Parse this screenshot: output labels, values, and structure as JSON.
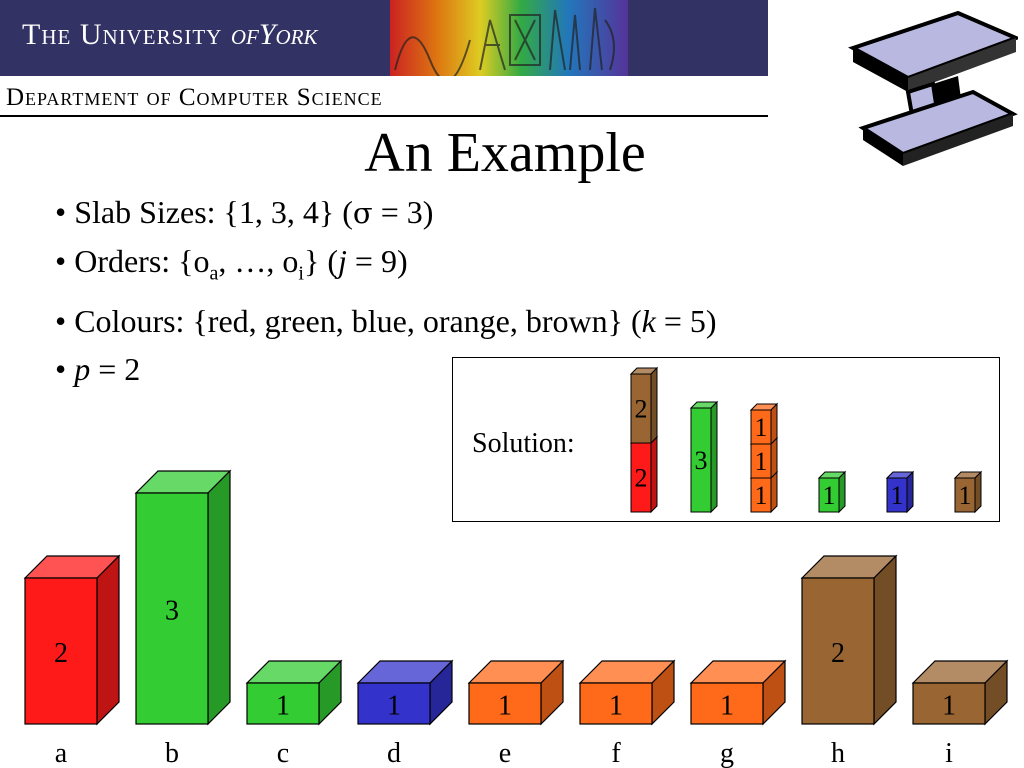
{
  "header": {
    "university": "The University",
    "university_of": "of",
    "university_york": "York",
    "department": "Department of Computer Science"
  },
  "title": "An Example",
  "bullets": {
    "slab_label": "Slab Sizes: {1, 3, 4} (",
    "slab_sigma": "σ",
    "slab_tail": " = 3)",
    "orders_label": "Orders: {o",
    "orders_sub_a": "a",
    "orders_mid": ", …, o",
    "orders_sub_i": "i",
    "orders_tail_open": "} (",
    "orders_j": "j",
    "orders_tail": " = 9)",
    "colours_label": "Colours: {red, green, blue, orange, brown} (",
    "colours_k": "k",
    "colours_tail": " = 5)",
    "p_var": "p",
    "p_tail": " = 2"
  },
  "solution": {
    "label": "Solution:"
  },
  "colors": {
    "red": "#ff1a1a",
    "green": "#33cc33",
    "blue": "#3333cc",
    "orange": "#ff6a1a",
    "brown": "#996633"
  },
  "orders": [
    {
      "name": "a",
      "color": "red",
      "slabs": 2
    },
    {
      "name": "b",
      "color": "green",
      "slabs": 3
    },
    {
      "name": "c",
      "color": "green",
      "slabs": 1
    },
    {
      "name": "d",
      "color": "blue",
      "slabs": 1
    },
    {
      "name": "e",
      "color": "orange",
      "slabs": 1
    },
    {
      "name": "f",
      "color": "orange",
      "slabs": 1
    },
    {
      "name": "g",
      "color": "orange",
      "slabs": 1
    },
    {
      "name": "h",
      "color": "brown",
      "slabs": 2
    },
    {
      "name": "i",
      "color": "brown",
      "slabs": 1
    }
  ],
  "solution_stacks": [
    [
      {
        "color": "red",
        "value": "2"
      },
      {
        "color": "brown",
        "value": "2"
      }
    ],
    [
      {
        "color": "green",
        "value": "3"
      }
    ],
    [
      {
        "color": "orange",
        "value": "1"
      },
      {
        "color": "orange",
        "value": "1"
      },
      {
        "color": "orange",
        "value": "1"
      }
    ],
    [
      {
        "color": "green",
        "value": "1"
      }
    ],
    [
      {
        "color": "blue",
        "value": "1"
      }
    ],
    [
      {
        "color": "brown",
        "value": "1"
      }
    ]
  ]
}
